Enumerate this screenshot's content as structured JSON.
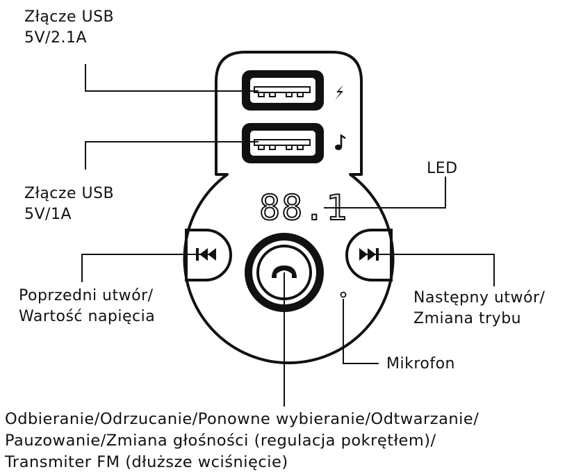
{
  "labels": {
    "usb_top": [
      "Złącze USB",
      "5V/2.1A"
    ],
    "usb_bottom": [
      "Złącze USB",
      "5V/1A"
    ],
    "led": "LED",
    "prev": [
      "Poprzedni utwór/",
      "Wartość napięcia"
    ],
    "next": [
      "Następny utwór/",
      "Zmiana trybu"
    ],
    "mic": "Mikrofon",
    "main_button": [
      "Odbieranie/Odrzucanie/Ponowne wybieranie/Odtwarzanie/",
      "Pauzowanie/Zmiana głośności (regulacja pokrętłem)/",
      "Transmiter FM (dłuższe wciśnięcie)"
    ]
  },
  "display": {
    "value": "88.1"
  },
  "icons": {
    "usb_top_port": "lightning-icon",
    "usb_bottom_port": "music-note-icon",
    "prev_button": "skip-previous-icon",
    "next_button": "skip-next-icon",
    "center_button": "phone-icon"
  },
  "colors": {
    "stroke": "#111111",
    "background": "#ffffff"
  }
}
